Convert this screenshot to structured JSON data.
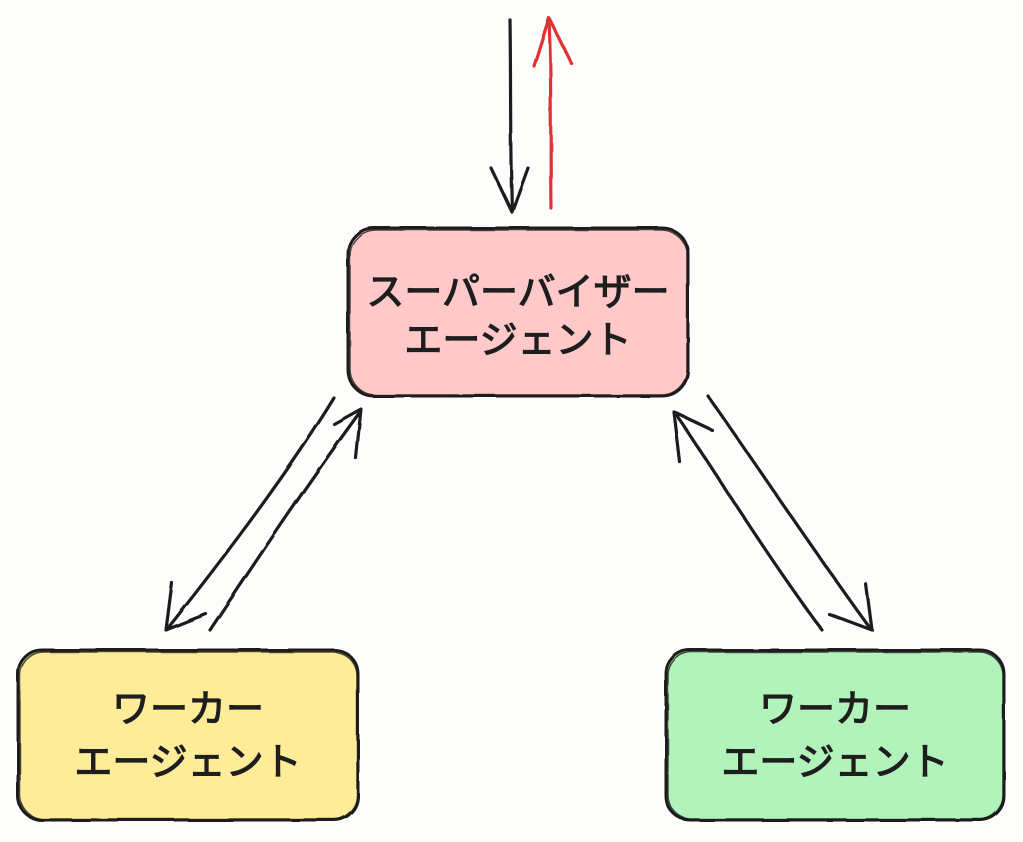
{
  "diagram": {
    "nodes": {
      "supervisor": {
        "line1": "スーパーバイザー",
        "line2": "エージェント",
        "fill": "#ffc9c9"
      },
      "worker_left": {
        "line1": "ワーカー",
        "line2": "エージェント",
        "fill": "#ffec99"
      },
      "worker_right": {
        "line1": "ワーカー",
        "line2": "エージェント",
        "fill": "#b2f2bb"
      }
    },
    "colors": {
      "stroke": "#1e1e1e",
      "output_arrow": "#e03131"
    }
  }
}
